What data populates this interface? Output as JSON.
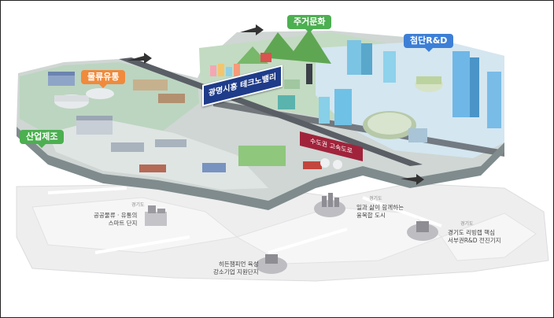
{
  "zones": {
    "logistics": "물류유통",
    "manufacturing": "산업제조",
    "housing": "주거문화",
    "rnd": "첨단R&D"
  },
  "center_sign": "광명시흥 테크노밸리",
  "red_sign": "수도권 고속도로",
  "future": {
    "logistics_hub": [
      "공공물류 · 유통의",
      "스마트 단지"
    ],
    "sme_support": [
      "히든챔피언 육성",
      "강소기업 지원단지"
    ],
    "live_work": [
      "일과 삶이 함께하는",
      "융복합 도시"
    ],
    "rnd_hub": [
      "경기도 리빙랩 핵심",
      "서부권R&D 전진기지"
    ]
  },
  "badge_gyeonggi": "경기도",
  "colors": {
    "orange": "#f08a3c",
    "green": "#4caf50",
    "blue": "#3d7fd6",
    "navy": "#1f3c8a"
  }
}
